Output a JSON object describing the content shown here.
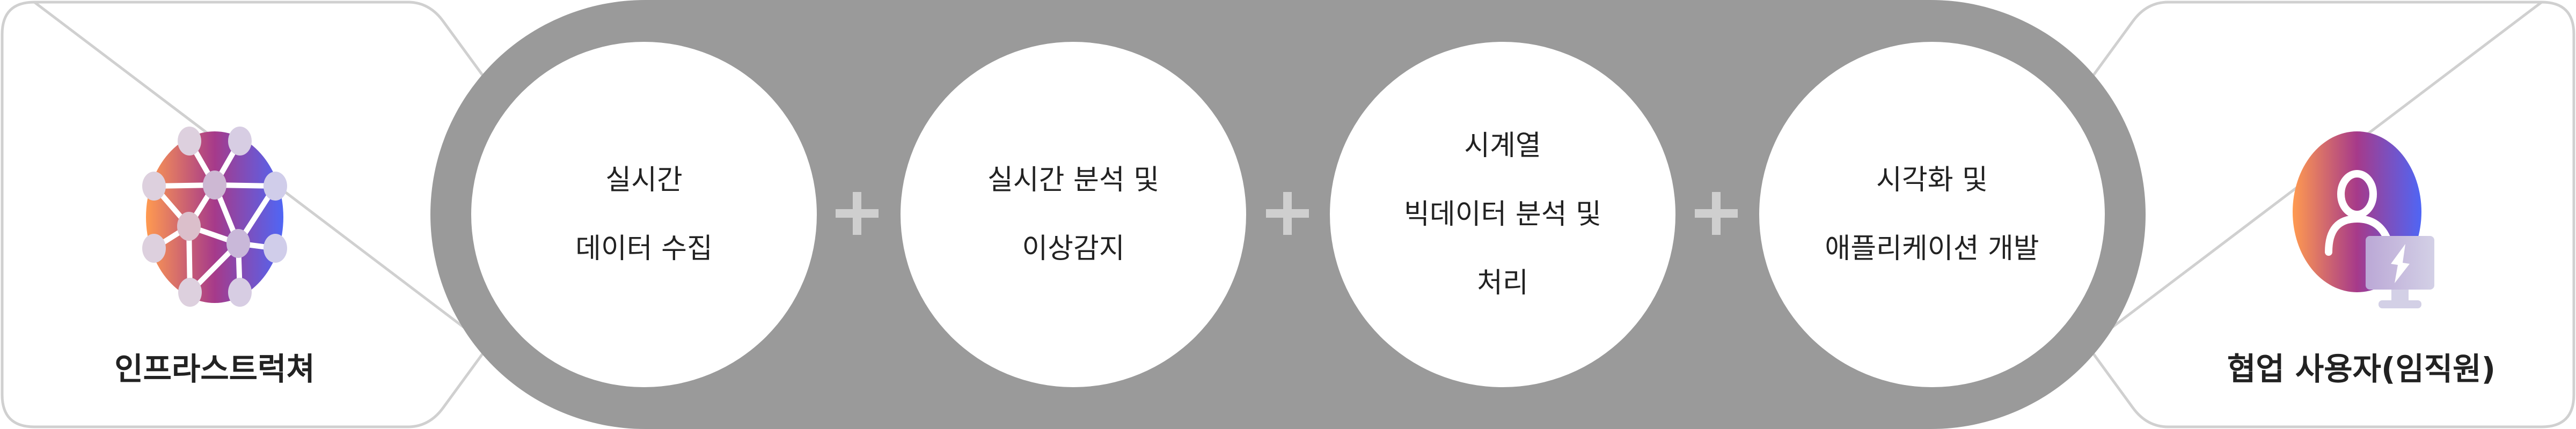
{
  "left_card": {
    "label": "인프라스트럭쳐",
    "icon": "network-nodes-icon"
  },
  "steps": [
    {
      "lines": [
        "실시간",
        "데이터 수집"
      ]
    },
    {
      "lines": [
        "실시간 분석 및",
        "이상감지"
      ]
    },
    {
      "lines": [
        "시계열",
        "빅데이터 분석 및",
        "처리"
      ]
    },
    {
      "lines": [
        "시각화 및",
        "애플리케이션 개발"
      ]
    }
  ],
  "right_card": {
    "label": "협업 사용자(임직원)",
    "icon": "user-monitor-icon"
  },
  "colors": {
    "pill": "#9a9a9a",
    "border": "#d0d0d0",
    "gradient_start": "#ff9a50",
    "gradient_mid": "#a63a8a",
    "gradient_end": "#4f66f5"
  }
}
